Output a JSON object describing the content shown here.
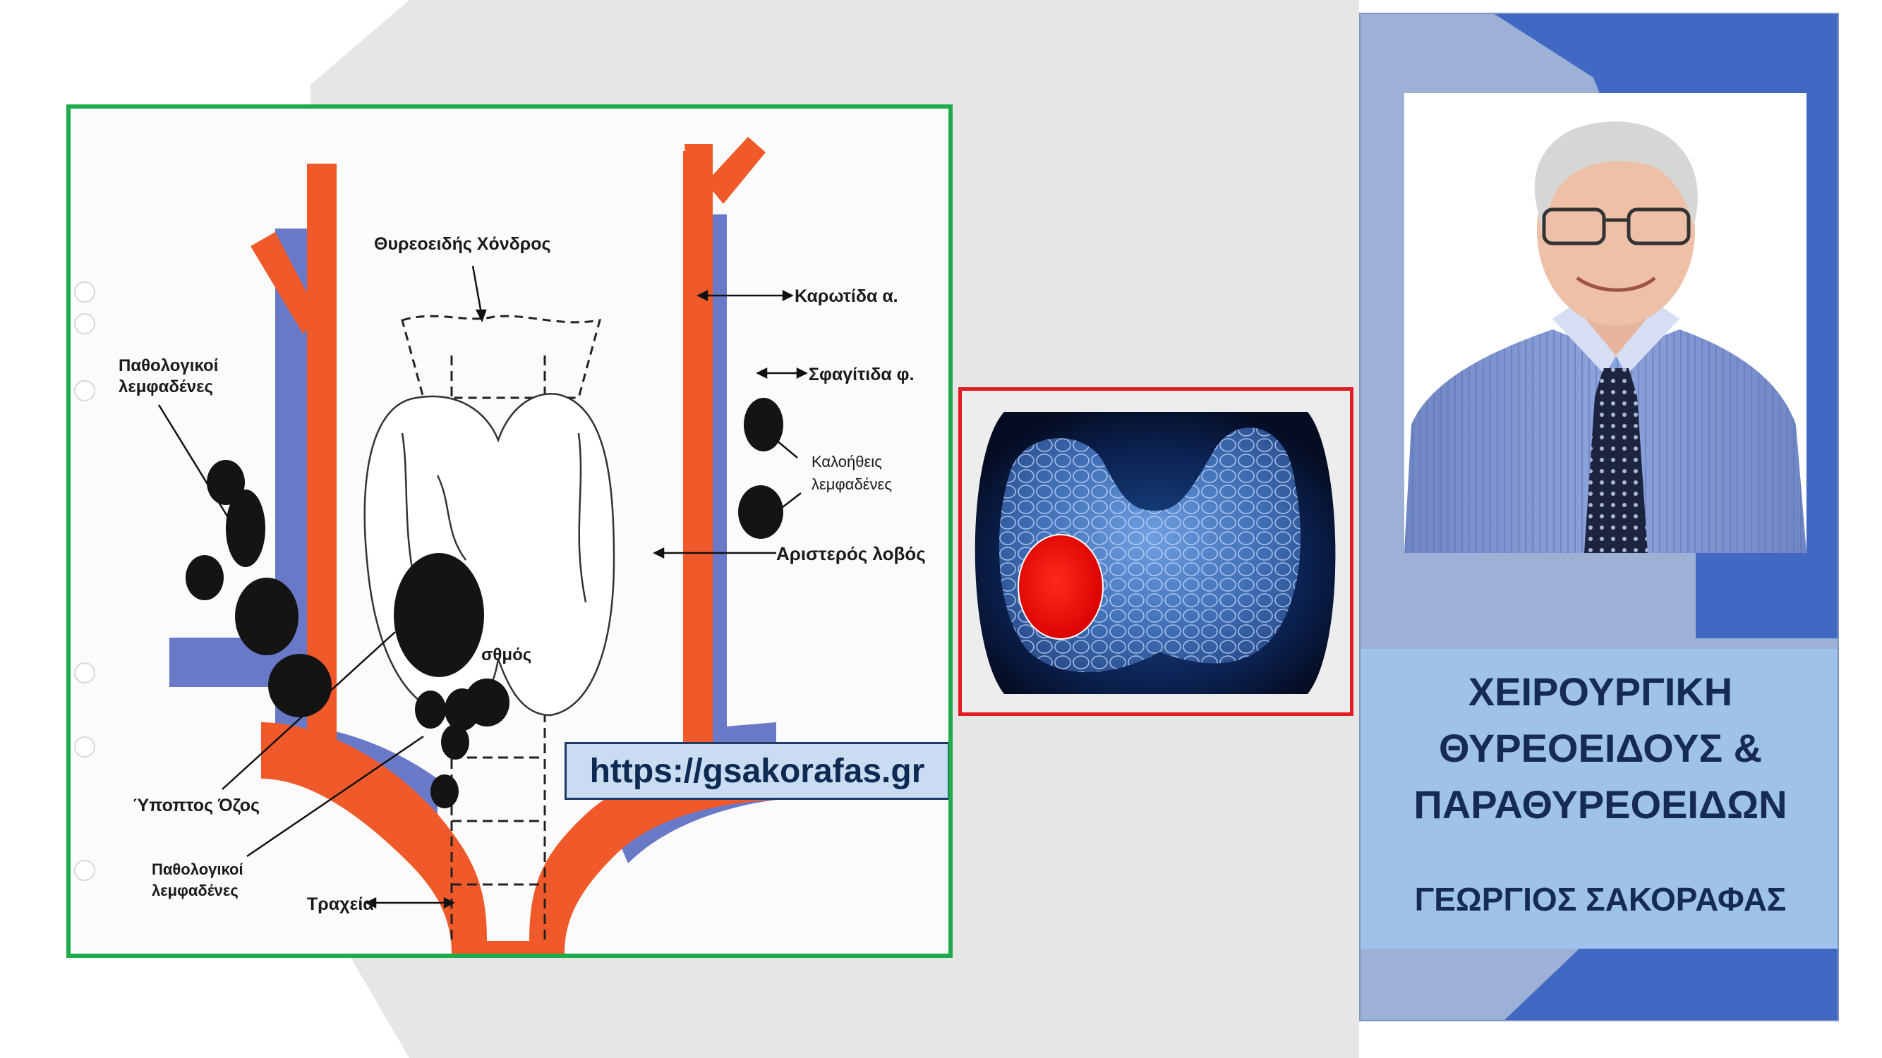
{
  "diagram": {
    "labels": {
      "thyroid_cartilage": "Θυρεοειδής Χόνδρος",
      "carotid": "Καρωτίδα α.",
      "jugular": "Σφαγίτιδα φ.",
      "pathologic_nodes_top_1": "Παθολογικοί",
      "pathologic_nodes_top_2": "λεμφαδένες",
      "benign_nodes_1": "Καλοήθεις",
      "benign_nodes_2": "λεμφαδένες",
      "left_lobe": "Αριστερός λοβός",
      "isthmus": "σθμός",
      "suspicious_nodule": "Ύποπτος Όζος",
      "pathologic_nodes_bottom_1": "Παθολογικοί",
      "pathologic_nodes_bottom_2": "λεμφαδένες",
      "trachea": "Τραχεία"
    },
    "url": "https://gsakorafas.gr"
  },
  "profile": {
    "title_line_1": "ΧΕΙΡΟΥΡΓΙΚΗ",
    "title_line_2": "ΘΥΡΕΟΕΙΔΟΥΣ &",
    "title_line_3": "ΠΑΡΑΘΥΡΕΟΕΙΔΩΝ",
    "author": "ΓΕΩΡΓΙΟΣ ΣΑΚΟΡΑΦΑΣ"
  },
  "colors": {
    "artery": "#f05a2a",
    "vein": "#6a78c8",
    "frame_green": "#1faa4b",
    "frame_red": "#e31b23",
    "title_text": "#152a55"
  }
}
